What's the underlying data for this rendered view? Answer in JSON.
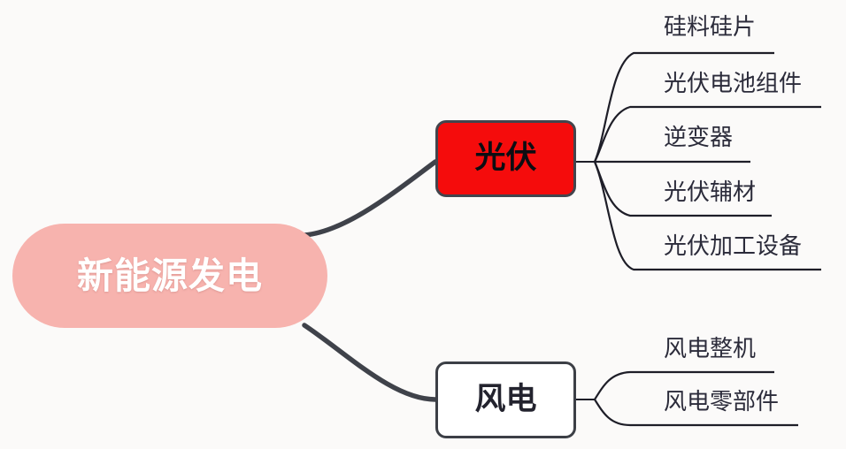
{
  "diagram": {
    "type": "mind-map",
    "background_color": "#fbfaf9",
    "root": {
      "label": "新能源发电",
      "shape": "rounded-pill",
      "fill_color": "#f7b3ae",
      "text_color": "#ffffff"
    },
    "branches": [
      {
        "label": "光伏",
        "shape": "rounded-rect",
        "fill_color": "#f50c0c",
        "border_color": "#43454d",
        "text_color": "#0d0d12",
        "children": [
          {
            "label": "硅料硅片"
          },
          {
            "label": "光伏电池组件"
          },
          {
            "label": "逆变器"
          },
          {
            "label": "光伏辅材"
          },
          {
            "label": "光伏加工设备"
          }
        ]
      },
      {
        "label": "风电",
        "shape": "rounded-rect",
        "fill_color": "#ffffff",
        "border_color": "#3c3f46",
        "text_color": "#23232e",
        "children": [
          {
            "label": "风电整机"
          },
          {
            "label": "风电零部件"
          }
        ]
      }
    ],
    "connector_color": "#3f424a",
    "leaf_line_color": "#1e1e28",
    "leaf_text_color": "#2b2b3a"
  }
}
